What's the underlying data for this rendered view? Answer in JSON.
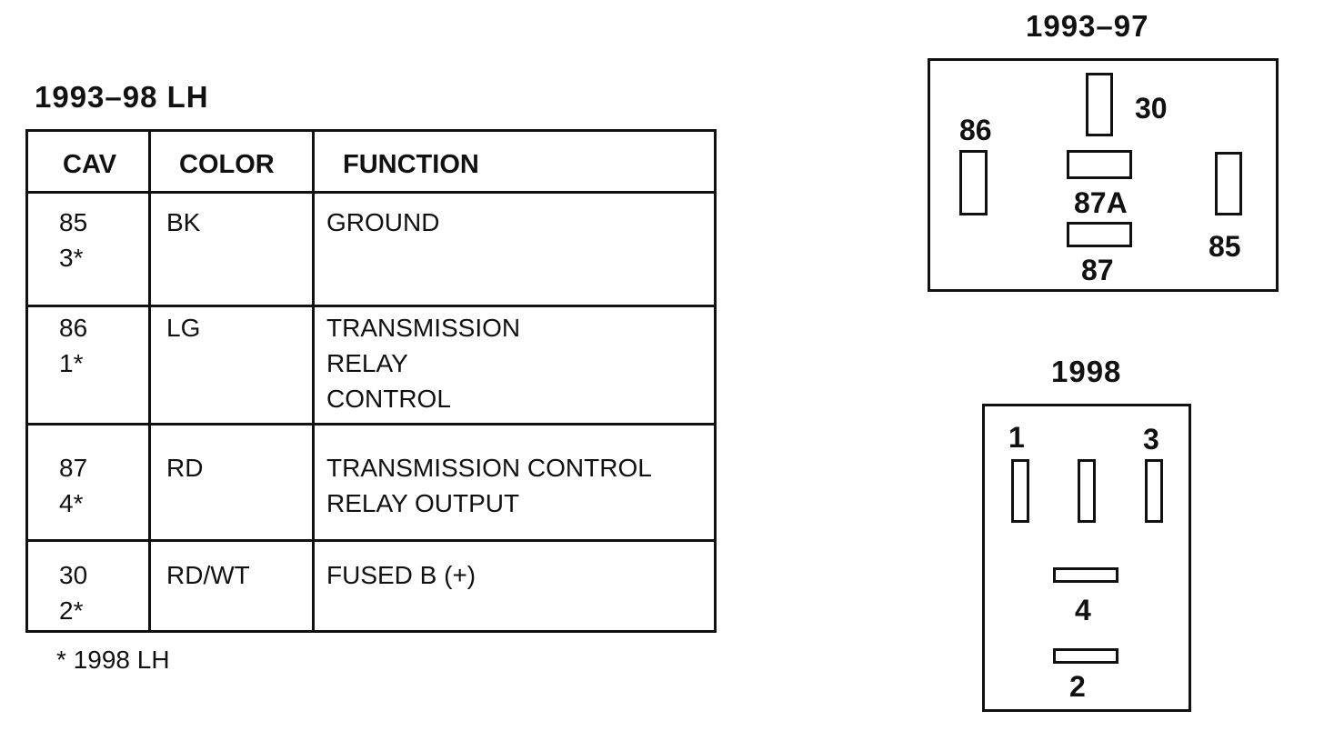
{
  "table": {
    "title": "1993–98 LH",
    "headers": {
      "cav": "CAV",
      "color": "COLOR",
      "function": "FUNCTION"
    },
    "rows": [
      {
        "cav": "85\n3*",
        "color": "BK",
        "function": "GROUND"
      },
      {
        "cav": "86\n1*",
        "color": "LG",
        "function": "TRANSMISSION\nRELAY\nCONTROL"
      },
      {
        "cav": "87\n4*",
        "color": "RD",
        "function": "TRANSMISSION CONTROL\nRELAY OUTPUT"
      },
      {
        "cav": "30\n2*",
        "color": "RD/WT",
        "function": "FUSED B (+)"
      }
    ],
    "footnote": "* 1998 LH"
  },
  "connector_a": {
    "title": "1993–97",
    "pins": {
      "p30": "30",
      "p86": "86",
      "p87a": "87A",
      "p87": "87",
      "p85": "85"
    }
  },
  "connector_b": {
    "title": "1998",
    "pins": {
      "p1": "1",
      "p3": "3",
      "p4": "4",
      "p2": "2"
    }
  }
}
